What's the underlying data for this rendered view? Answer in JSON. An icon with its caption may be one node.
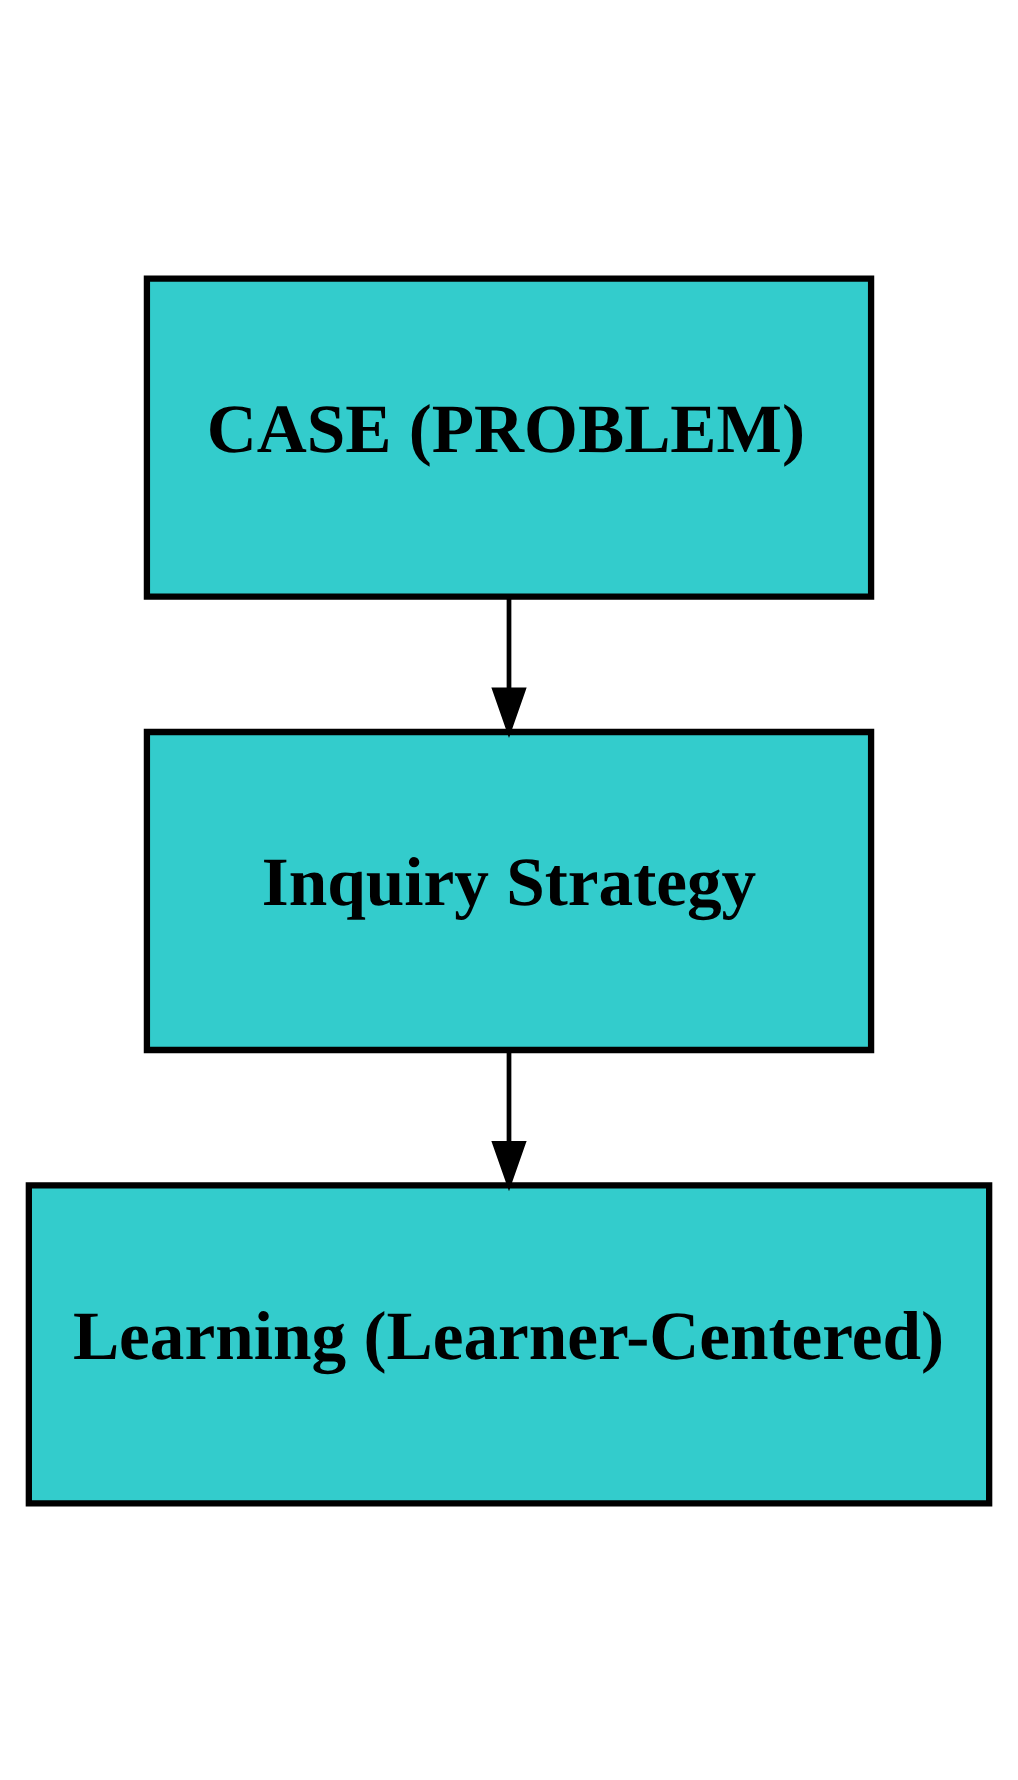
{
  "diagram": {
    "nodes": [
      {
        "text": [
          "CASE (PROBLEM)"
        ]
      },
      {
        "text": [
          "Inquiry Strategy"
        ]
      },
      {
        "text": [
          "Learning (Learner-Centered)"
        ]
      }
    ],
    "edges": [
      {
        "from": 0,
        "to": 1,
        "arrow": "to"
      },
      {
        "from": 1,
        "to": 2,
        "arrow": "to"
      }
    ]
  }
}
